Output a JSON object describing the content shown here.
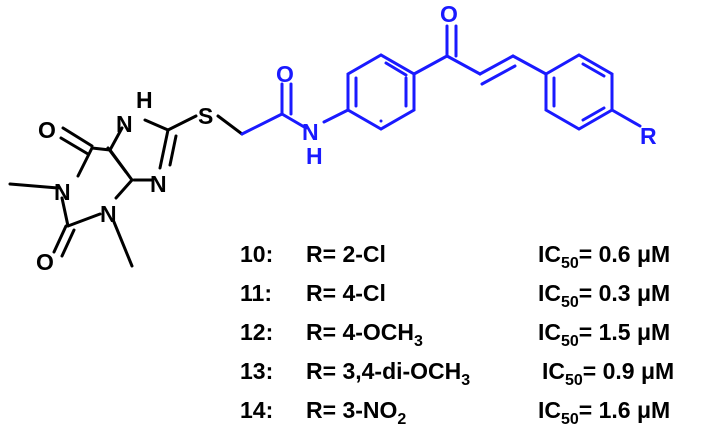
{
  "colors": {
    "black": "#000000",
    "blue": "#1a1aff"
  },
  "atoms": {
    "o_carbonyl_top": "O",
    "nh_imidazole": "H",
    "n_imidazole_h": "N",
    "s_thioether": "S",
    "o_amide": "O",
    "n_amide": "N",
    "h_amide": "H",
    "r_substituent": "R",
    "o_upper_left": "O",
    "n_imidazole": "N",
    "n_pyrimidine_1": "N",
    "n_pyrimidine_3": "N",
    "o_lower_left": "O"
  },
  "compounds": [
    {
      "id": "10:",
      "r_prefix": "R= ",
      "r_main": "2-Cl",
      "r_sub": "",
      "ic_label": "IC",
      "ic_sub": "50",
      "ic_value": "= 0.6 μM"
    },
    {
      "id": "11:",
      "r_prefix": "R= ",
      "r_main": "4-Cl",
      "r_sub": "",
      "ic_label": "IC",
      "ic_sub": "50",
      "ic_value": "= 0.3 μM"
    },
    {
      "id": "12:",
      "r_prefix": "R= ",
      "r_main": "4-OCH",
      "r_sub": "3",
      "ic_label": "IC",
      "ic_sub": "50",
      "ic_value": "= 1.5 μM"
    },
    {
      "id": "13:",
      "r_prefix": "R= ",
      "r_main": "3,4-di-OCH",
      "r_sub": "3",
      "ic_label": "IC",
      "ic_sub": "50",
      "ic_value": "= 0.9 μM"
    },
    {
      "id": "14:",
      "r_prefix": "R= ",
      "r_main": "3-NO",
      "r_sub": "2",
      "ic_label": "IC",
      "ic_sub": "50",
      "ic_value": "= 1.6 μM"
    }
  ]
}
